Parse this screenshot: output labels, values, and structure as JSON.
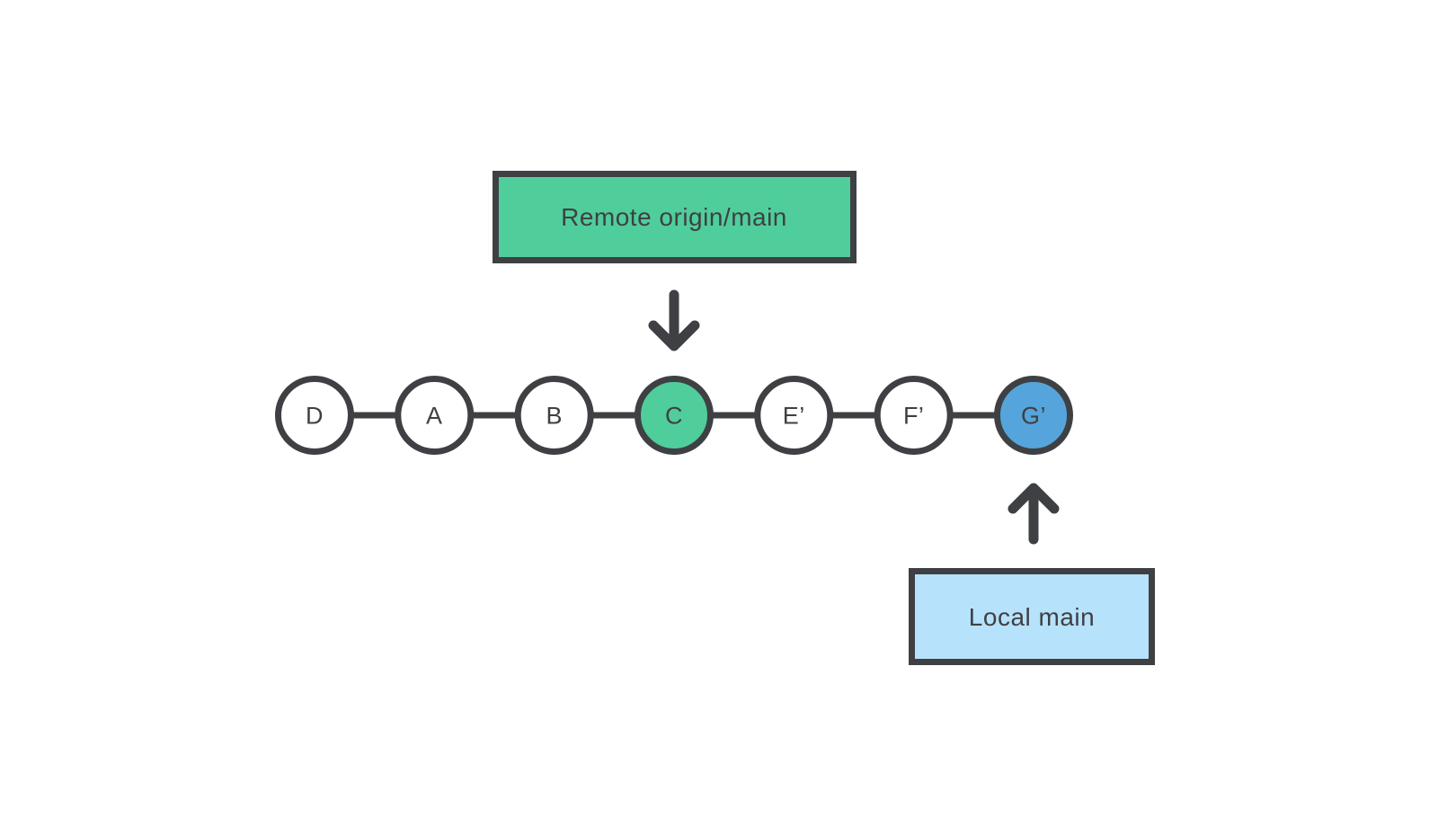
{
  "diagram": {
    "remote_branch": {
      "label": "Remote origin/main"
    },
    "local_branch": {
      "label": "Local main"
    },
    "commits": [
      {
        "label": "D",
        "fill": "#FFFFFF"
      },
      {
        "label": "A",
        "fill": "#FFFFFF"
      },
      {
        "label": "B",
        "fill": "#FFFFFF"
      },
      {
        "label": "C",
        "fill": "#4FCE9C"
      },
      {
        "label": "E’",
        "fill": "#FFFFFF"
      },
      {
        "label": "F’",
        "fill": "#FFFFFF"
      },
      {
        "label": "G’",
        "fill": "#55A5DC"
      }
    ],
    "icons": {
      "down_arrow": "↓",
      "up_arrow": "↑"
    },
    "colors": {
      "stroke_dark": "#3F4043",
      "text": "#3F4043",
      "green": "#4FCE9C",
      "blue": "#55A5DC",
      "light_blue": "#B7E2FC",
      "background": "#FFFFFF"
    }
  }
}
